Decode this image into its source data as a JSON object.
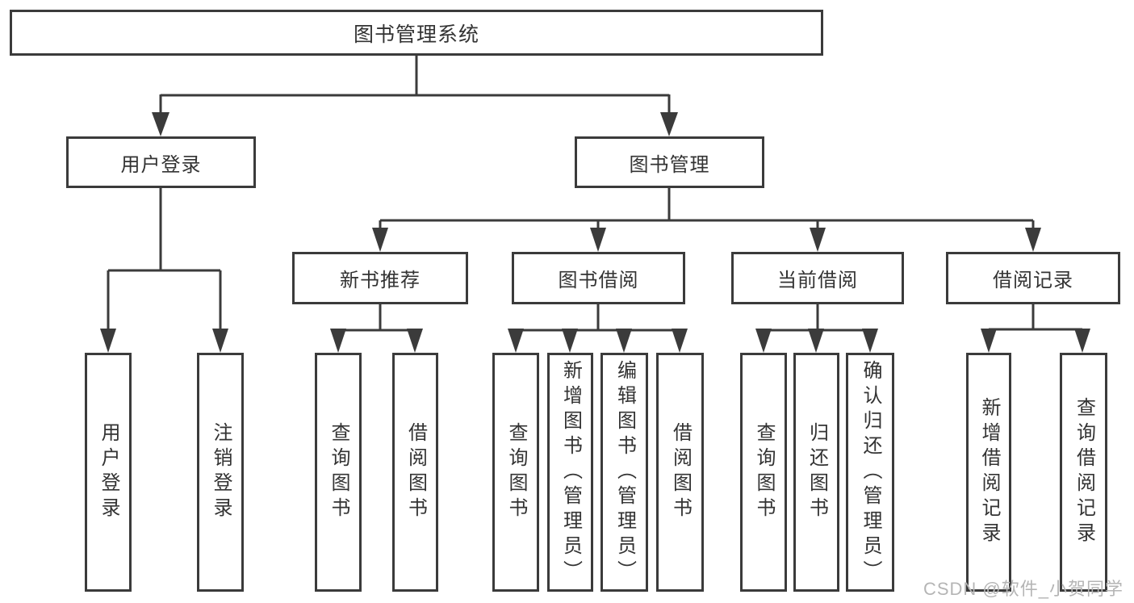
{
  "colors": {
    "line": "#3b3b3b",
    "text": "#333333",
    "watermark": "#b5b5b5",
    "background": "#ffffff"
  },
  "nodes": {
    "root": {
      "label": "图书管理系统"
    },
    "user_login": {
      "label": "用户登录"
    },
    "book_mgmt": {
      "label": "图书管理"
    },
    "new_book_rec": {
      "label": "新书推荐"
    },
    "book_borrow": {
      "label": "图书借阅"
    },
    "current_borrow": {
      "label": "当前借阅"
    },
    "borrow_records": {
      "label": "借阅记录"
    },
    "leaves": {
      "user_login": [
        "用户登录",
        "注销登录"
      ],
      "new_book_rec": [
        "查询图书",
        "借阅图书"
      ],
      "book_borrow": [
        "查询图书",
        "新增图书（管理员）",
        "编辑图书（管理员）",
        "借阅图书"
      ],
      "current_borrow": [
        "查询图书",
        "归还图书",
        "确认归还（管理员）"
      ],
      "borrow_records": [
        "新增借阅记录",
        "查询借阅记录"
      ]
    }
  },
  "watermark": {
    "text": "CSDN @软件_小贺同学"
  }
}
